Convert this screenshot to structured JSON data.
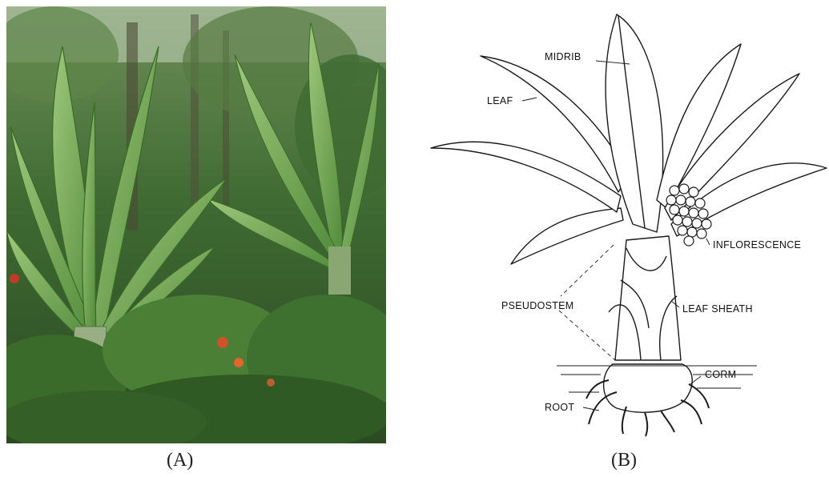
{
  "figure": {
    "panel_a": {
      "caption": "(A)"
    },
    "panel_b": {
      "caption": "(B)",
      "labels": {
        "midrib": "MIDRIB",
        "leaf": "LEAF",
        "inflorescence": "INFLORESCENCE",
        "pseudostem": "PSEUDOSTEM",
        "leaf_sheath": "LEAF SHEATH",
        "corm": "CORM",
        "root": "ROOT"
      }
    }
  }
}
